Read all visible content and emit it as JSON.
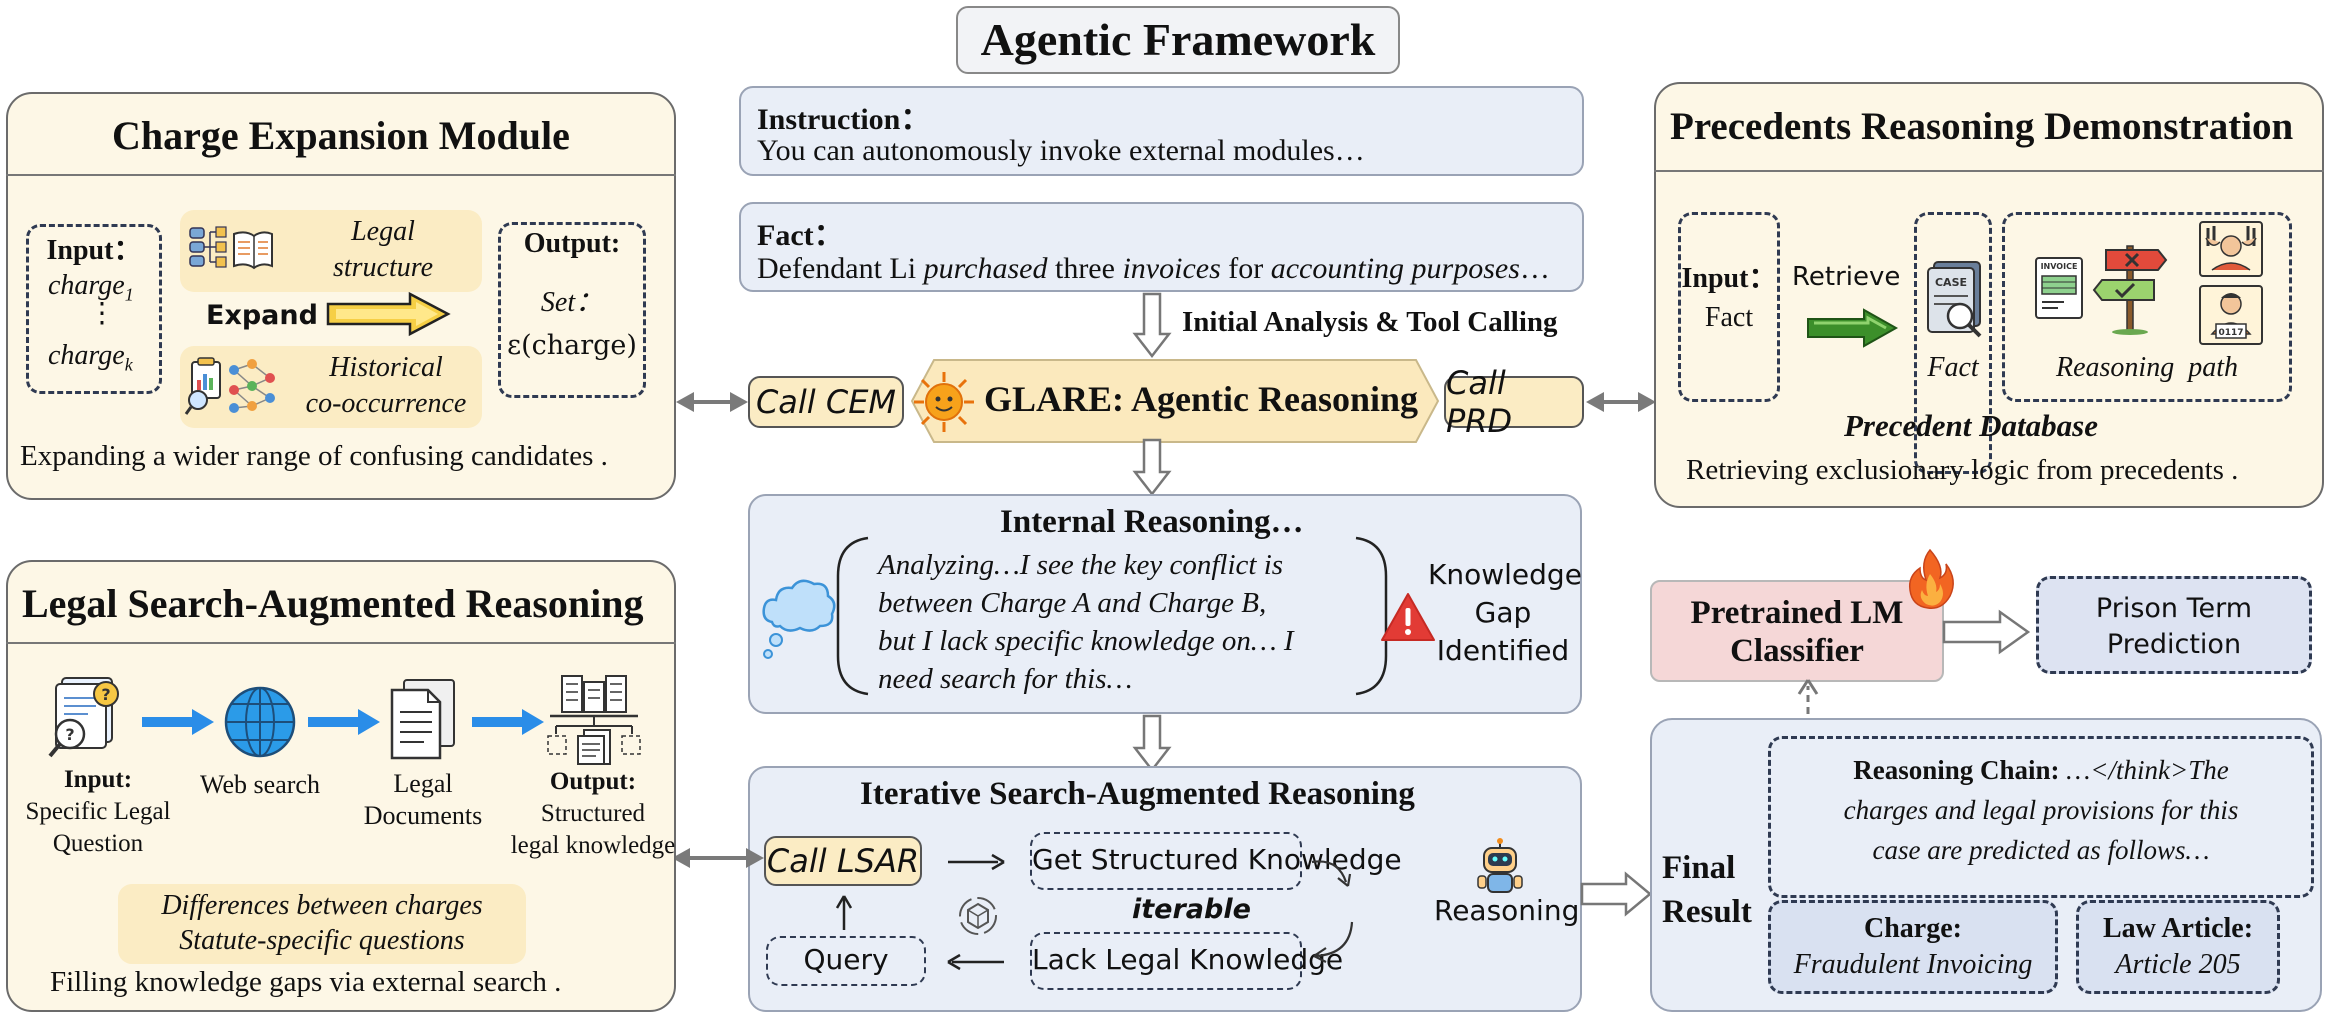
{
  "agentic": {
    "title": "Agentic Framework",
    "instruction_label": "Instruction：",
    "instruction_text": "You can autonomously invoke external modules…",
    "fact_label": "Fact：",
    "fact_text_1": "Defendant Li ",
    "fact_text_2": "purchased",
    "fact_text_3": " three ",
    "fact_text_4": "invoices",
    "fact_text_5": " for ",
    "fact_text_6": "accounting purposes",
    "fact_text_7": "…",
    "initial_analysis": "Initial Analysis & Tool Calling",
    "glare": "GLARE: Agentic Reasoning",
    "call_cem": "Call CEM",
    "call_prd": "Call PRD"
  },
  "internal": {
    "title": "Internal Reasoning…",
    "text_lines": [
      "Analyzing…I see the key conflict is",
      "between Charge A and Charge B,",
      "but I lack specific knowledge on… I",
      "need search for this…"
    ],
    "gap_lines": [
      "Knowledge",
      "Gap",
      "Identified"
    ]
  },
  "iterative": {
    "title": "Iterative Search-Augmented Reasoning",
    "call_lsar": "Call LSAR",
    "get_knowledge": "Get Structured Knowledge",
    "iterable": "iterable",
    "lack_knowledge": "Lack Legal Knowledge",
    "query": "Query",
    "reasoning": "Reasoning"
  },
  "cem": {
    "title": "Charge Expansion Module",
    "input_label": "Input：",
    "charge_1": "charge",
    "charge_1_sub": "1",
    "vdots": "⋮",
    "charge_k": "charge",
    "charge_k_sub": "k",
    "legal_structure_lines": [
      "Legal",
      "structure"
    ],
    "expand": "Expand",
    "historical_lines": [
      "Historical",
      "co-occurrence"
    ],
    "output_label": "Output:",
    "output_set": "Set：",
    "output_expr": "ε(charge)",
    "footer": "Expanding a wider range of confusing candidates ."
  },
  "lsar": {
    "title": "Legal Search-Augmented Reasoning",
    "input_label": "Input:",
    "input_lines": [
      "Specific Legal",
      "Question"
    ],
    "web_search": "Web search",
    "legal_docs_lines": [
      "Legal",
      "Documents"
    ],
    "output_label": "Output:",
    "output_lines": [
      "Structured",
      "legal knowledge"
    ],
    "pill_lines": [
      "Differences between charges",
      "Statute-specific questions"
    ],
    "footer": "Filling knowledge gaps via external search ."
  },
  "prd": {
    "title": "Precedents Reasoning Demonstration",
    "input_label": "Input：",
    "input_fact": "Fact",
    "retrieve": "Retrieve",
    "fact_caption": "Fact",
    "case_label": "CASE",
    "invoice_label": "INVOICE",
    "prisoner_number": "0117",
    "reasoning_path": "Reasoning  path",
    "database": "Precedent Database",
    "footer": "Retrieving exclusionary logic from precedents ."
  },
  "classifier": {
    "title_lines": [
      "Pretrained LM",
      "Classifier"
    ],
    "prison_lines": [
      "Prison Term",
      "Prediction"
    ]
  },
  "final": {
    "label_lines": [
      "Final",
      "Result"
    ],
    "chain_label": "Reasoning Chain: ",
    "chain_lines": [
      "…</think>The",
      "charges and legal provisions for this",
      "case are predicted as follows…"
    ],
    "charge_label": "Charge:",
    "charge_value": "Fraudulent Invoicing",
    "law_label": "Law Article:",
    "law_value": "Article 205"
  },
  "colors": {
    "yellow_panel": "#fdf7e6",
    "blue_panel": "#e9eef7",
    "pill": "#fbecc4",
    "arrow_blue": "#2a8de8",
    "arrow_green": "#3c8f2a",
    "classifier": "#f5d7d7",
    "prison": "#dde3f2"
  }
}
